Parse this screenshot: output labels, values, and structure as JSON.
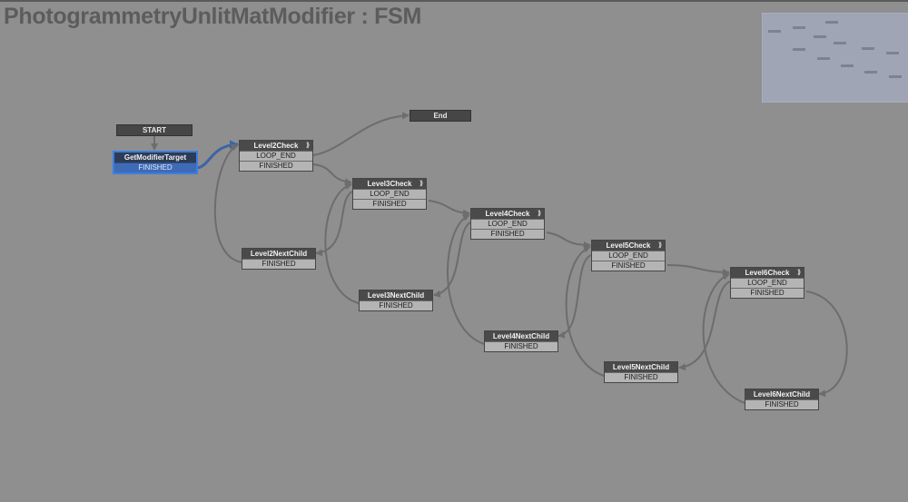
{
  "canvas": {
    "title": "PhotogrammetryUnlitMatModifier : FSM",
    "background": "#8f8f8f",
    "accent": "#3a7ee0"
  },
  "markers": {
    "start": "START",
    "end": "End"
  },
  "states": {
    "get_modifier_target": {
      "name": "GetModifierTarget",
      "events": [
        "FINISHED"
      ],
      "selected": true
    },
    "level2_check": {
      "name": "Level2Check",
      "events": [
        "LOOP_END",
        "FINISHED"
      ],
      "icon": "link-glyph-icon"
    },
    "level2_next_child": {
      "name": "Level2NextChild",
      "events": [
        "FINISHED"
      ]
    },
    "level3_check": {
      "name": "Level3Check",
      "events": [
        "LOOP_END",
        "FINISHED"
      ],
      "icon": "link-glyph-icon"
    },
    "level3_next_child": {
      "name": "Level3NextChild",
      "events": [
        "FINISHED"
      ]
    },
    "level4_check": {
      "name": "Level4Check",
      "events": [
        "LOOP_END",
        "FINISHED"
      ],
      "icon": "link-glyph-icon"
    },
    "level4_next_child": {
      "name": "Level4NextChild",
      "events": [
        "FINISHED"
      ]
    },
    "level5_check": {
      "name": "Level5Check",
      "events": [
        "LOOP_END",
        "FINISHED"
      ],
      "icon": "link-glyph-icon"
    },
    "level5_next_child": {
      "name": "Level5NextChild",
      "events": [
        "FINISHED"
      ]
    },
    "level6_check": {
      "name": "Level6Check",
      "events": [
        "LOOP_END",
        "FINISHED"
      ],
      "icon": "link-glyph-icon"
    },
    "level6_next_child": {
      "name": "Level6NextChild",
      "events": [
        "FINISHED"
      ]
    }
  }
}
